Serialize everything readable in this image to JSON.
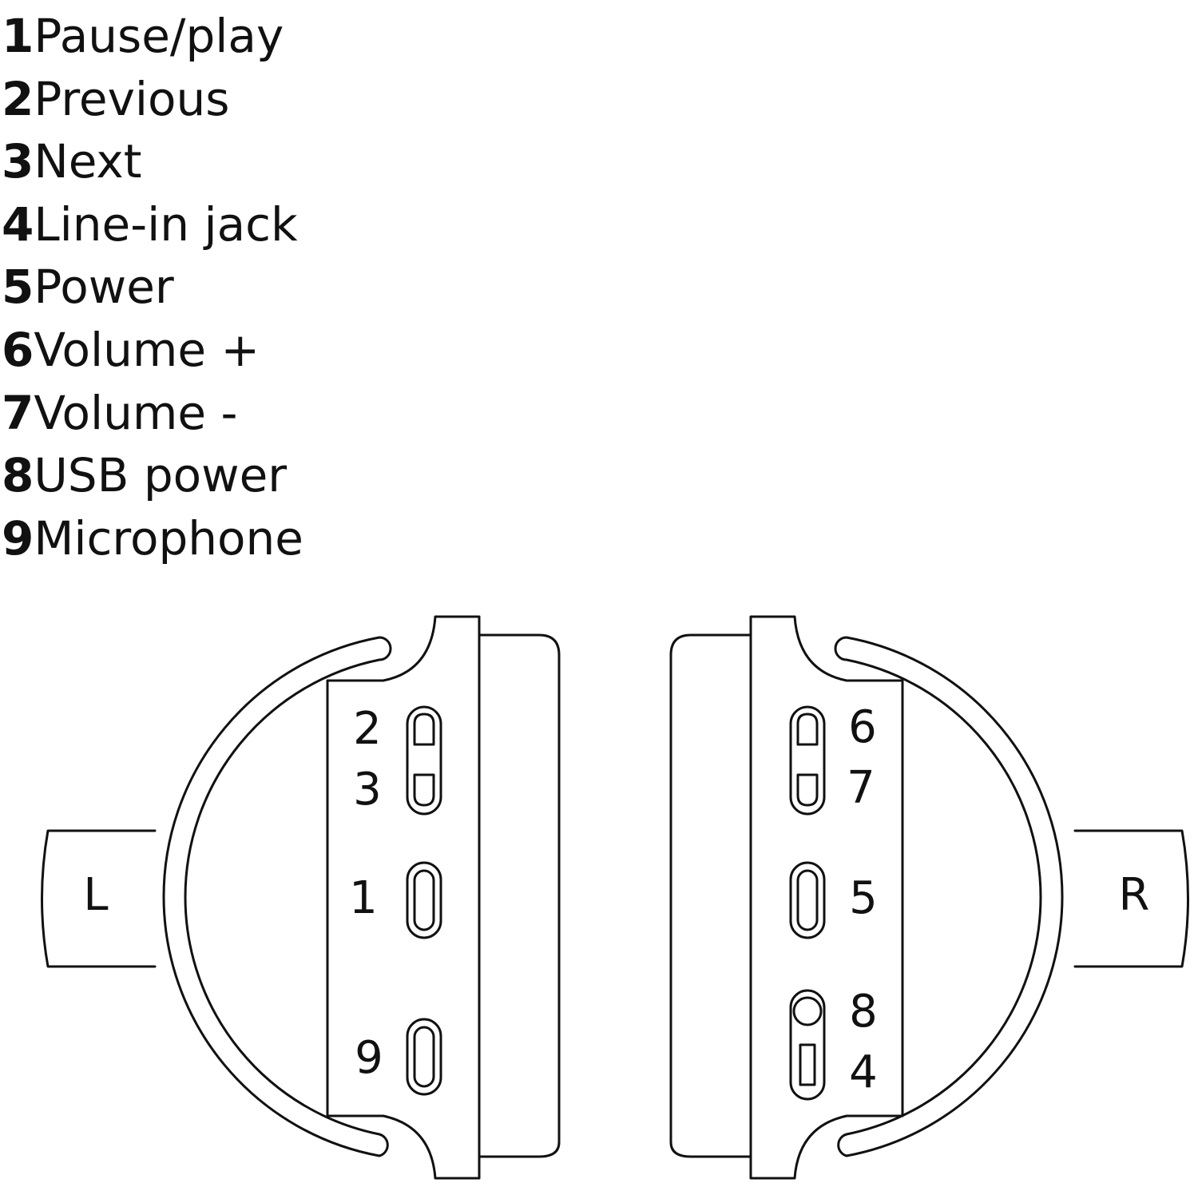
{
  "legend": [
    {
      "num": "1",
      "label": "Pause/play"
    },
    {
      "num": "2",
      "label": "Previous"
    },
    {
      "num": "3",
      "label": "Next"
    },
    {
      "num": "4",
      "label": "Line-in jack"
    },
    {
      "num": "5",
      "label": "Power"
    },
    {
      "num": "6",
      "label": "Volume +"
    },
    {
      "num": "7",
      "label": "Volume -"
    },
    {
      "num": "8",
      "label": "USB power"
    },
    {
      "num": "9",
      "label": "Microphone"
    }
  ],
  "left_earcup": {
    "side": "L",
    "callouts": [
      "2",
      "3",
      "1",
      "9"
    ]
  },
  "right_earcup": {
    "side": "R",
    "callouts": [
      "6",
      "7",
      "5",
      "8",
      "4"
    ]
  }
}
